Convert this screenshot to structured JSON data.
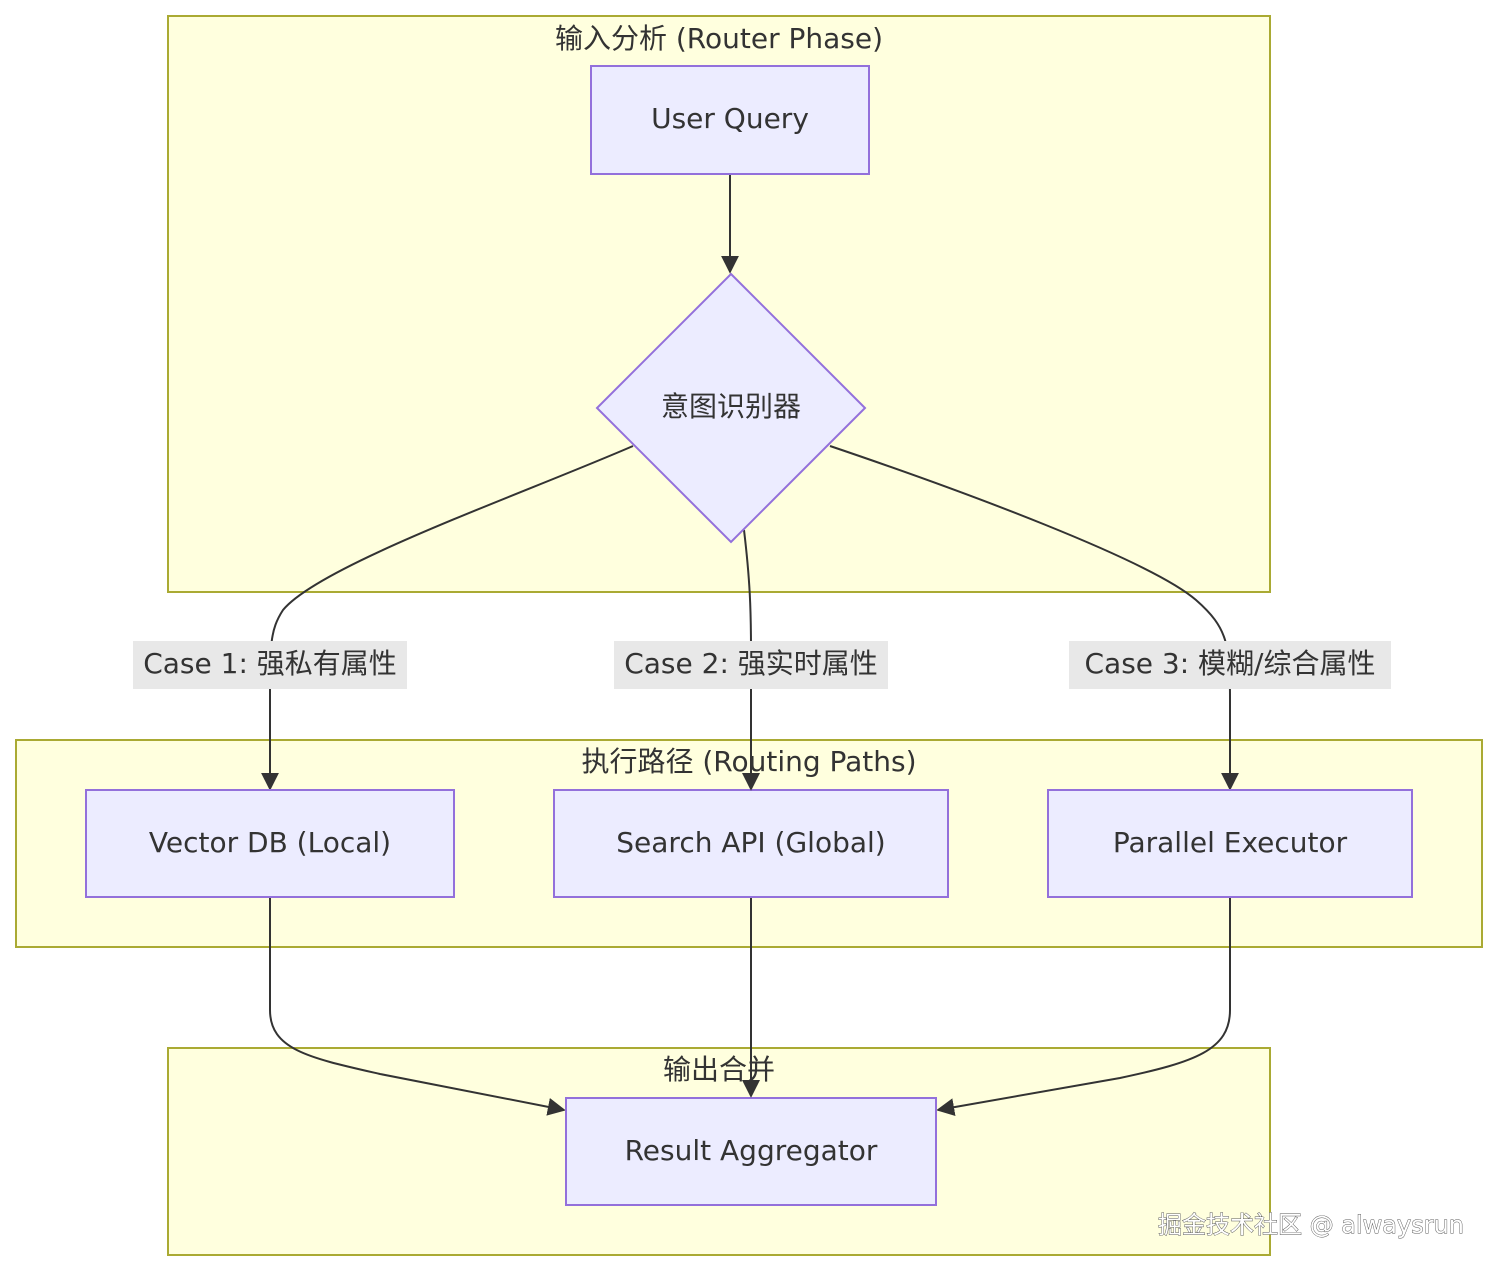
{
  "clusters": {
    "router_phase": "输入分析 (Router Phase)",
    "routing_paths": "执行路径 (Routing Paths)",
    "merge": "输出合并"
  },
  "nodes": {
    "user_query": "User Query",
    "intent": "意图识别器",
    "vector_db": "Vector DB (Local)",
    "search_api": "Search API (Global)",
    "parallel": "Parallel Executor",
    "aggregator": "Result Aggregator"
  },
  "edges": {
    "case1": "Case 1: 强私有属性",
    "case2": "Case 2: 强实时属性",
    "case3": "Case 3: 模糊/综合属性"
  },
  "watermark": "掘金技术社区 @ alwaysrun",
  "colors": {
    "cluster_fill": "#ffffde",
    "cluster_stroke": "#aaaa33",
    "node_fill": "#ececff",
    "node_stroke": "#9370db",
    "edge": "#333333",
    "edge_label_bg": "#e8e8e8"
  }
}
